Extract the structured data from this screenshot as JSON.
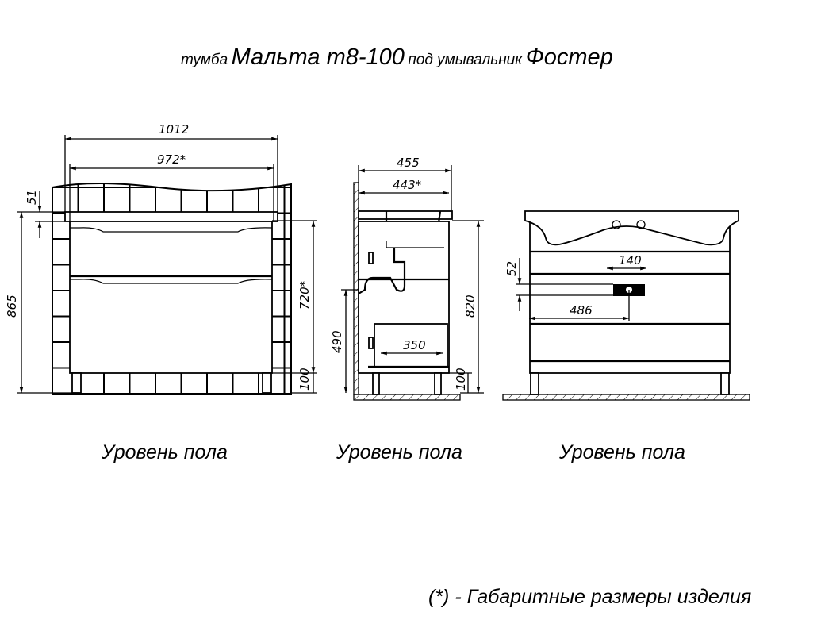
{
  "title": {
    "prefix": "тумба",
    "model": "Мальта т8-100",
    "middle": "под умывальник",
    "basin": "Фостер"
  },
  "views": [
    {
      "name": "front",
      "floor_label": "Уровень пола",
      "dims": {
        "total_width": "1012",
        "width": "972*",
        "top_thickness": "51",
        "total_height": "865",
        "body_height": "720*",
        "leg_height": "100"
      }
    },
    {
      "name": "side",
      "floor_label": "Уровень пола",
      "dims": {
        "total_depth": "455",
        "depth": "443*",
        "total_height": "820",
        "drain_height": "490",
        "leg_height": "100",
        "inner_depth": "350"
      }
    },
    {
      "name": "back",
      "floor_label": "Уровень пола",
      "dims": {
        "outlet_width": "140",
        "outlet_height": "52",
        "outlet_offset": "486"
      }
    }
  ],
  "footnote": "(*) - Габаритные размеры изделия"
}
